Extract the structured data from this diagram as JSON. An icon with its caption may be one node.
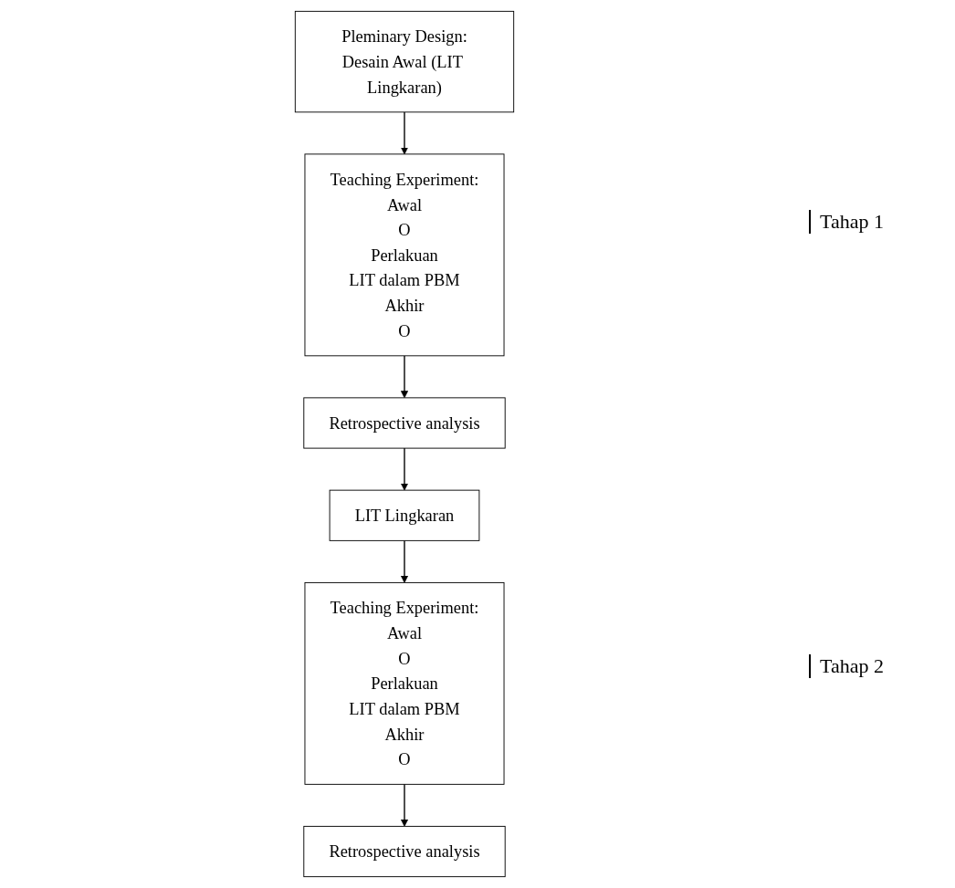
{
  "diagram": {
    "nodes": [
      {
        "text": [
          "Pleminary Design:",
          "Desain Awal (LIT Lingkaran)"
        ]
      },
      {
        "text": [
          "Teaching Experiment:",
          "Awal",
          "O",
          "Perlakuan",
          "LIT dalam PBM",
          "Akhir",
          "O"
        ]
      },
      {
        "text": [
          "Retrospective analysis"
        ]
      },
      {
        "text": [
          "LIT Lingkaran"
        ]
      },
      {
        "text": [
          "Teaching Experiment:",
          "Awal",
          "O",
          "Perlakuan",
          "LIT dalam PBM",
          "Akhir",
          "O"
        ]
      },
      {
        "text": [
          "Retrospective analysis"
        ]
      }
    ],
    "edges": [
      {
        "from": 0,
        "to": 1,
        "arrow": "to"
      },
      {
        "from": 1,
        "to": 2,
        "arrow": "to"
      },
      {
        "from": 2,
        "to": 3,
        "arrow": "to"
      },
      {
        "from": 3,
        "to": 4,
        "arrow": "to"
      },
      {
        "from": 4,
        "to": 5,
        "arrow": "to"
      }
    ],
    "labels": [
      "Tahap 1",
      "Tahap 2"
    ]
  }
}
